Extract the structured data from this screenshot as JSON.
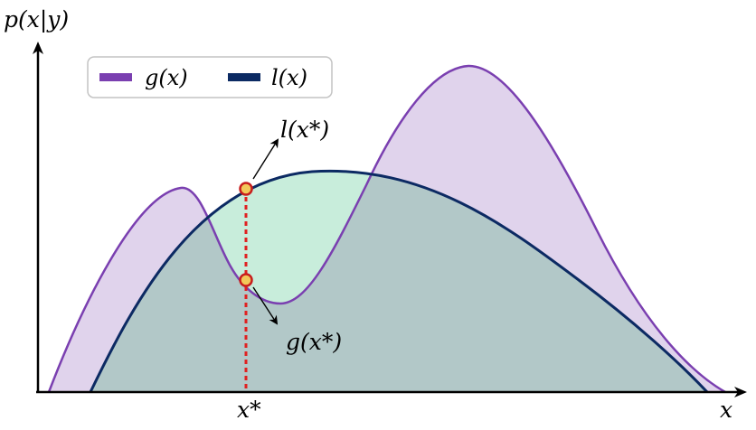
{
  "labels": {
    "y_axis": "p(x|y)",
    "x_axis": "x",
    "x_star": "x*",
    "l_point": "l(x*)",
    "g_point": "g(x*)"
  },
  "legend": {
    "g_label": "g(x)",
    "l_label": "l(x)"
  },
  "colors": {
    "g_stroke": "#7a3fb0",
    "g_fill": "#e0d3ec",
    "l_stroke": "#0c2a63",
    "l_fill": "#c8eddb",
    "overlap_fill": "#b2c8c8",
    "marker_fill": "#f2c85a",
    "marker_stroke": "#c81e1e",
    "dashed_line": "#e02020"
  }
}
